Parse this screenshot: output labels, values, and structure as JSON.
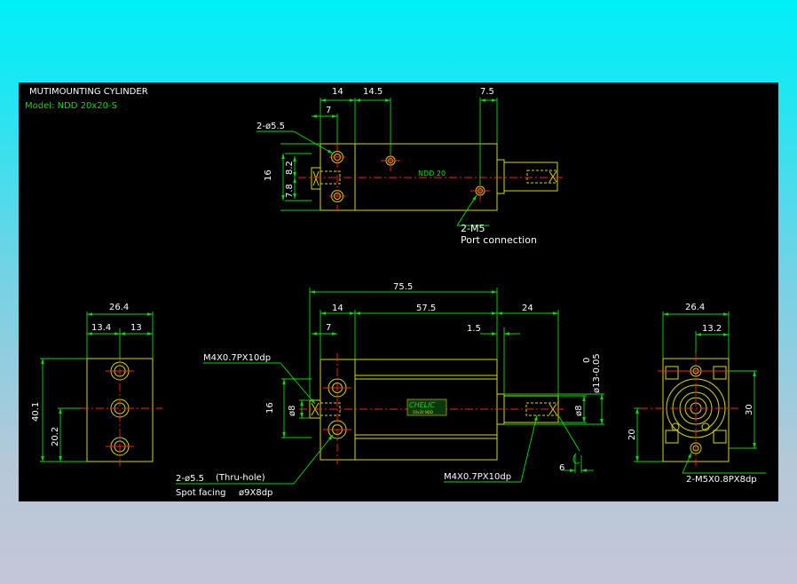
{
  "title": {
    "heading": "MUTIMOUNTING CYLINDER",
    "model": "Model:  NDD 20x20-S"
  },
  "top_view": {
    "dims": [
      "14",
      "14.5",
      "7.5",
      "7",
      "16",
      "7.8",
      "8.2"
    ],
    "hole_callout": "2-ø5.5",
    "port_callout": "2-M5",
    "port_label": "Port connection",
    "body_text": "NDD 20"
  },
  "left_view": {
    "dims": [
      "26.4",
      "13.4",
      "13",
      "40.1",
      "20.2"
    ]
  },
  "front_view": {
    "dims": [
      "75.5",
      "14",
      "57.5",
      "24",
      "7",
      "1.5",
      "16",
      "ø8",
      "ø8",
      "6"
    ],
    "tolerance_top": "0",
    "tolerance_main": "ø13-0.05",
    "thread_left": "M4X0.7PX10dp",
    "thread_right": "M4X0.7PX10dp",
    "hole_note": "2-ø5.5",
    "thru_hole": "(Thru-hole)",
    "spot_facing": "Spot facing",
    "spot_dim": "ø9X8dp",
    "logo": "CHELIC",
    "logo_sub": "20x20 NDD"
  },
  "right_view": {
    "dims": [
      "26.4",
      "13.2",
      "30",
      "20"
    ],
    "port_callout": "2-M5X0.8PX8dp"
  },
  "colors": {
    "outline": "#d8d800",
    "dimension": "#00e000",
    "centerline": "#ff2020",
    "text": "#ffffff",
    "background": "#000000"
  }
}
